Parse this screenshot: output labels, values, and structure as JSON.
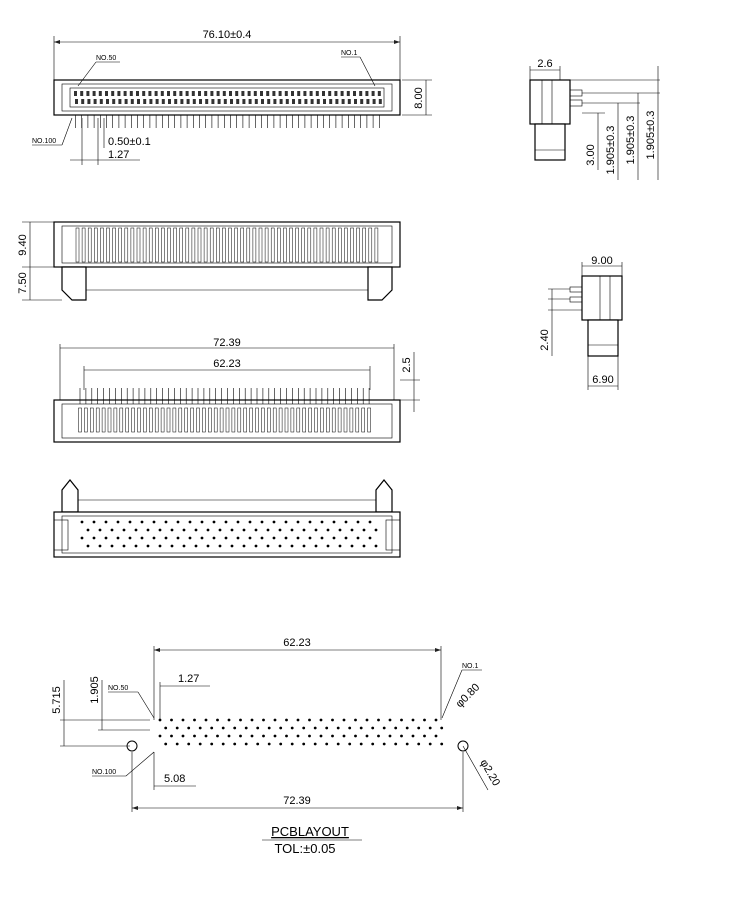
{
  "top_view": {
    "overall_length": "76.10±0.4",
    "height": "8.00",
    "pin1_label": "NO.1",
    "pin50_label": "NO.50",
    "pin100_label": "NO.100",
    "pitch": "0.50±0.1",
    "row_pitch": "1.27"
  },
  "side_view": {
    "width": "2.6",
    "dim_a": "3.00",
    "dim_b": "1.905±0.3",
    "dim_c": "1.905±0.3"
  },
  "front_view": {
    "upper_height": "9.40",
    "lower_height": "7.50"
  },
  "end_view": {
    "width": "9.00",
    "height": "2.40",
    "base_width": "6.90"
  },
  "bottom_view": {
    "outer_span": "72.39",
    "inner_span": "62.23",
    "tab_height": "2.5"
  },
  "pcb_layout": {
    "pin_span": "62.23",
    "pitch": "1.27",
    "row_offset": "1.905",
    "peg_offset": "5.715",
    "pin50_label": "NO.50",
    "pin1_label": "NO.1",
    "pin100_label": "NO.100",
    "pin_hole_dia": "φ0.80",
    "peg_spacing": "5.08",
    "peg_hole_dia": "φ2.20",
    "peg_span": "72.39",
    "title": "PCBLAYOUT",
    "tolerance": "TOL:±0.05"
  }
}
